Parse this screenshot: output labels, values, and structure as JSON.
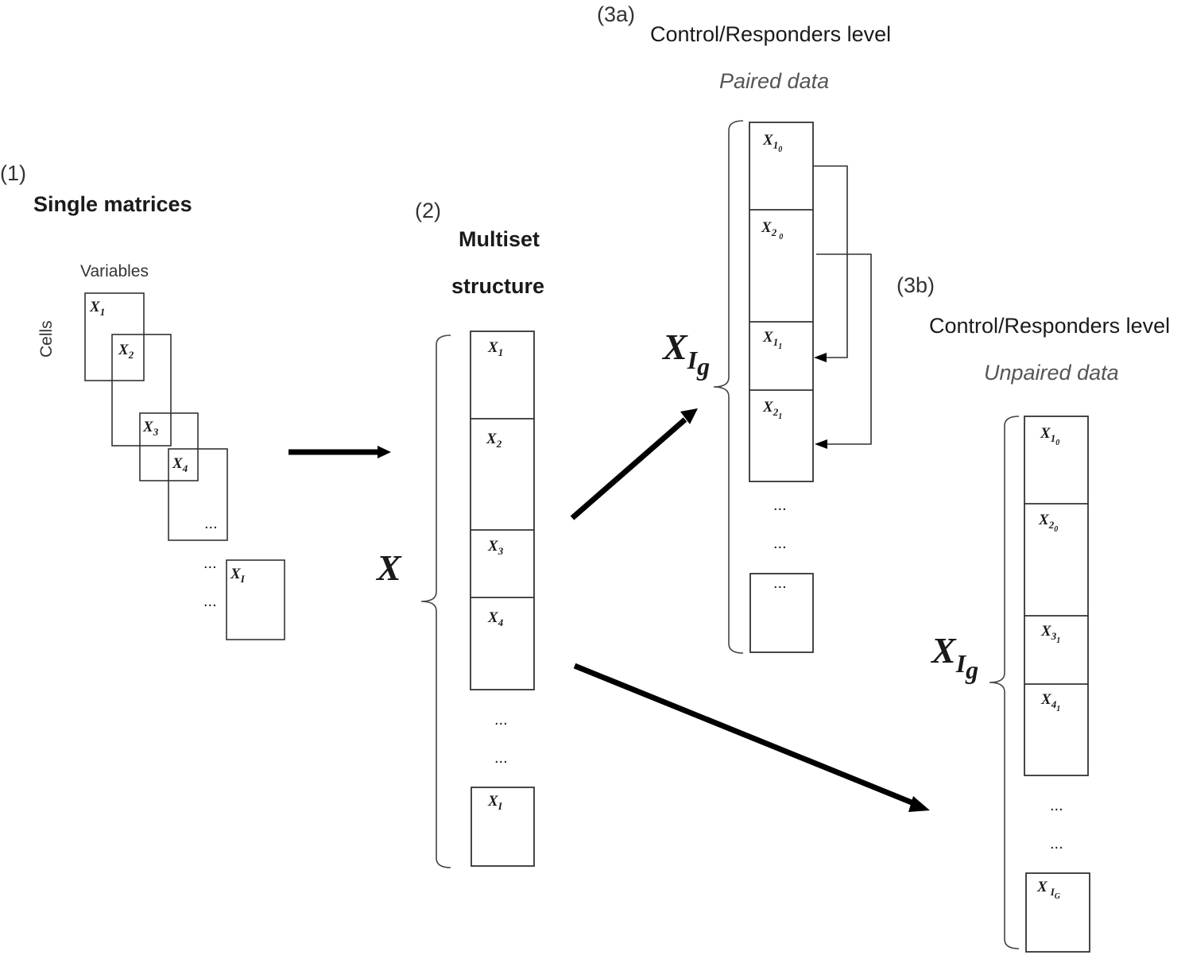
{
  "section1": {
    "number": "(1)",
    "title": "Single matrices",
    "variables_label": "Variables",
    "cells_label": "Cells"
  },
  "section2": {
    "number": "(2)",
    "title_line1": "Multiset",
    "title_line2": "structure",
    "big_symbol": "X"
  },
  "section3a": {
    "number": "(3a)",
    "title": "Control/Responders level",
    "subtitle": "Paired data",
    "big_symbol": "X",
    "big_subscript": "I",
    "big_subsubscript": "g"
  },
  "section3b": {
    "number": "(3b)",
    "title": "Control/Responders level",
    "subtitle": "Unpaired data",
    "big_symbol": "X",
    "big_subscript": "I",
    "big_subsubscript": "g"
  },
  "single_matrices": [
    {
      "sym": "X",
      "sub": "1"
    },
    {
      "sym": "X",
      "sub": "2"
    },
    {
      "sym": "X",
      "sub": "3"
    },
    {
      "sym": "X",
      "sub": "4"
    },
    {
      "sym": "",
      "sub": "",
      "dots": "..."
    },
    {
      "sym": "X",
      "sub": "I"
    }
  ],
  "single_extra_dots": [
    "...",
    "..."
  ],
  "multiset_blocks": [
    {
      "sym": "X",
      "sub": "1"
    },
    {
      "sym": "X",
      "sub": "2"
    },
    {
      "sym": "X",
      "sub": "3"
    },
    {
      "sym": "X",
      "sub": "4"
    },
    {
      "sym": "X",
      "sub": "I"
    }
  ],
  "multiset_dots": [
    "...",
    "..."
  ],
  "paired_blocks": [
    {
      "sym": "X",
      "sub": "1",
      "subsub": "0"
    },
    {
      "sym": "X",
      "sub": "2",
      "subsub": "0"
    },
    {
      "sym": "X",
      "sub": "1",
      "subsub": "1"
    },
    {
      "sym": "X",
      "sub": "2",
      "subsub": "1"
    },
    {
      "sym": "",
      "sub": "",
      "subsub": "",
      "dots": "..."
    }
  ],
  "paired_dots": [
    "...",
    "..."
  ],
  "unpaired_blocks": [
    {
      "sym": "X",
      "sub": "1",
      "subsub": "0"
    },
    {
      "sym": "X",
      "sub": "2",
      "subsub": "0"
    },
    {
      "sym": "X",
      "sub": "3",
      "subsub": "1"
    },
    {
      "sym": "X",
      "sub": "4",
      "subsub": "1"
    },
    {
      "sym": "X",
      "sub": "I",
      "subsub": "G"
    }
  ],
  "unpaired_dots": [
    "...",
    "..."
  ]
}
